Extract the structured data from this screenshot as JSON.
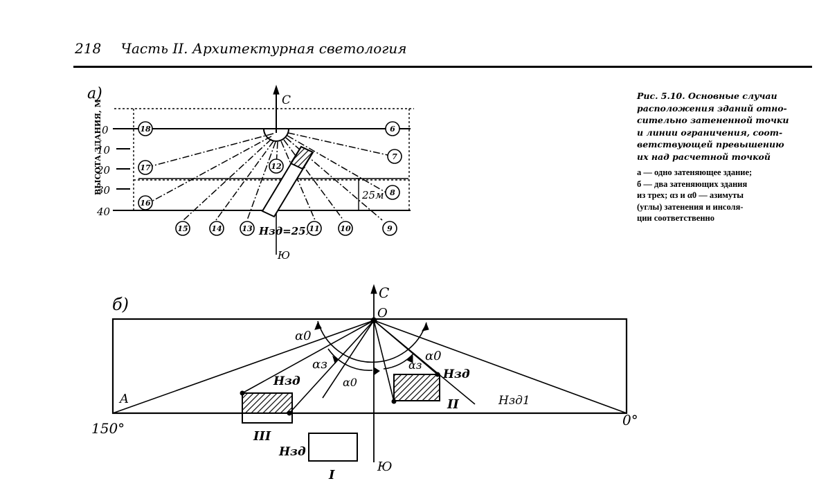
{
  "header": {
    "page_number": "218",
    "title": "Часть II. Архитектурная светология"
  },
  "caption": {
    "figure_lines": [
      "Рис. 5.10. Основные случаи",
      "расположения зданий отно-",
      "сительно затененной точки",
      "и линии ограничения, соот-",
      "ветствующей превышению",
      "их над расчетной точкой"
    ],
    "legend_lines": [
      "а — одно затеняющее здание;",
      "б — два затеняющих здания",
      "из трех; αз и α0 — азимуты",
      "(углы) затенения и инсоля-",
      "ции соответственно"
    ]
  },
  "figure_a": {
    "label": "а)",
    "north": "С",
    "south": "Ю",
    "axis_title": "ВЫСОТА ЗДАНИЯ, М",
    "ticks": [
      "0",
      "10",
      "20",
      "30",
      "40"
    ],
    "dimension": "25м",
    "building_label": "Hзд=25м",
    "circles": [
      "18",
      "6",
      "7",
      "17",
      "8",
      "16",
      "15",
      "14",
      "13",
      "12",
      "11",
      "10",
      "9"
    ]
  },
  "figure_b": {
    "label": "б)",
    "north": "С",
    "south": "Ю",
    "origin": "О",
    "point_a": "A",
    "angle_left": "150°",
    "angle_right": "0°",
    "alpha0": "α0",
    "alpha3": "αз",
    "h_label": "Hзд",
    "h_label_right": "Hзд1",
    "buildings": [
      "III",
      "II",
      "I"
    ]
  }
}
